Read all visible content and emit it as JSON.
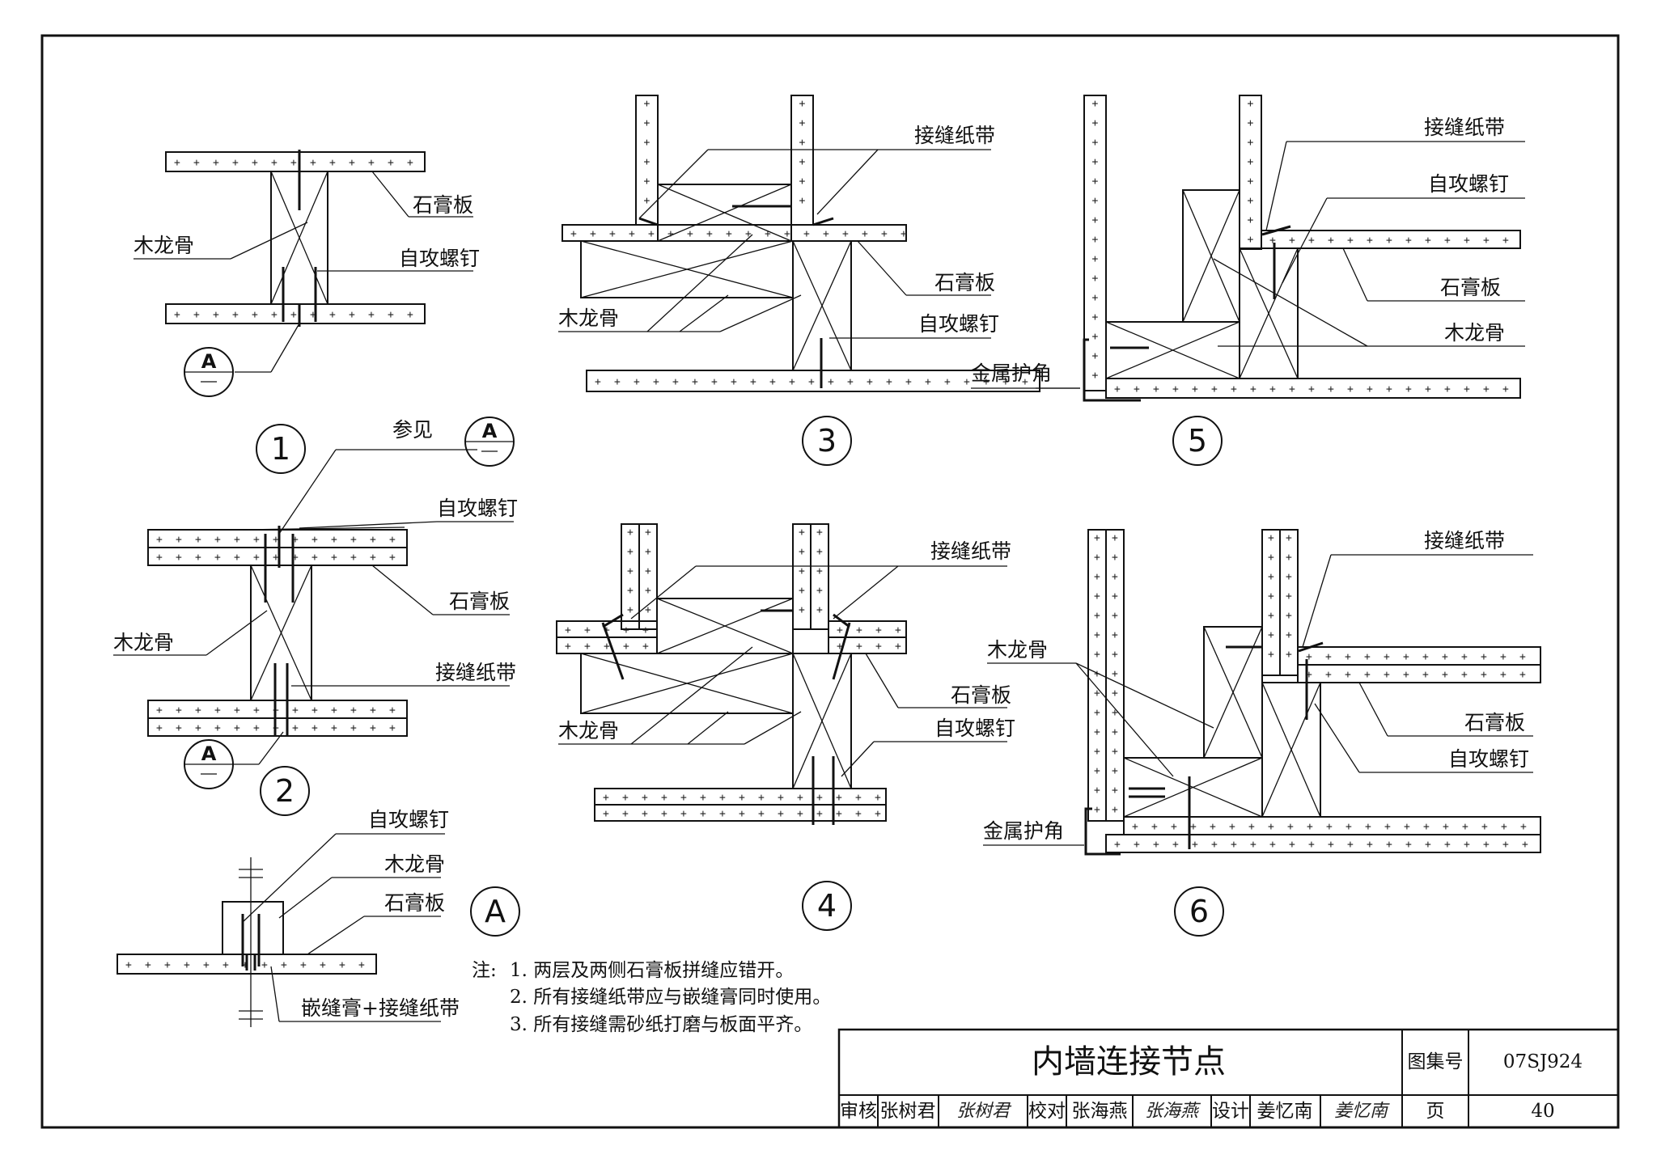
{
  "drawing_title": "内墙连接节点",
  "title_block": {
    "atlas_no_label": "图集号",
    "atlas_no": "07SJ924",
    "page_label": "页",
    "page_no": "40",
    "review_label": "审核",
    "reviewer": "张树君",
    "reviewer_signature": "张树君",
    "check_label": "校对",
    "checker": "张海燕",
    "checker_signature": "张海燕",
    "design_label": "设计",
    "designer": "姜忆南",
    "designer_signature": "姜忆南"
  },
  "labels": {
    "gypsum_board": "石膏板",
    "wood_keel": "木龙骨",
    "self_tapping_screw": "自攻螺钉",
    "joint_tape": "接缝纸带",
    "metal_corner": "金属护角",
    "see_ref": "参见",
    "filler_tape": "嵌缝膏+接缝纸带"
  },
  "detail_numbers": [
    "1",
    "2",
    "3",
    "4",
    "5",
    "6"
  ],
  "ref_marker": "A",
  "notes": {
    "prefix": "注:",
    "items": [
      "1.  两层及两侧石膏板拼缝应错开。",
      "2.  所有接缝纸带应与嵌缝膏同时使用。",
      "3.  所有接缝需砂纸打磨与板面平齐。"
    ]
  },
  "colors": {
    "ink": "#111111",
    "paper": "#ffffff"
  }
}
